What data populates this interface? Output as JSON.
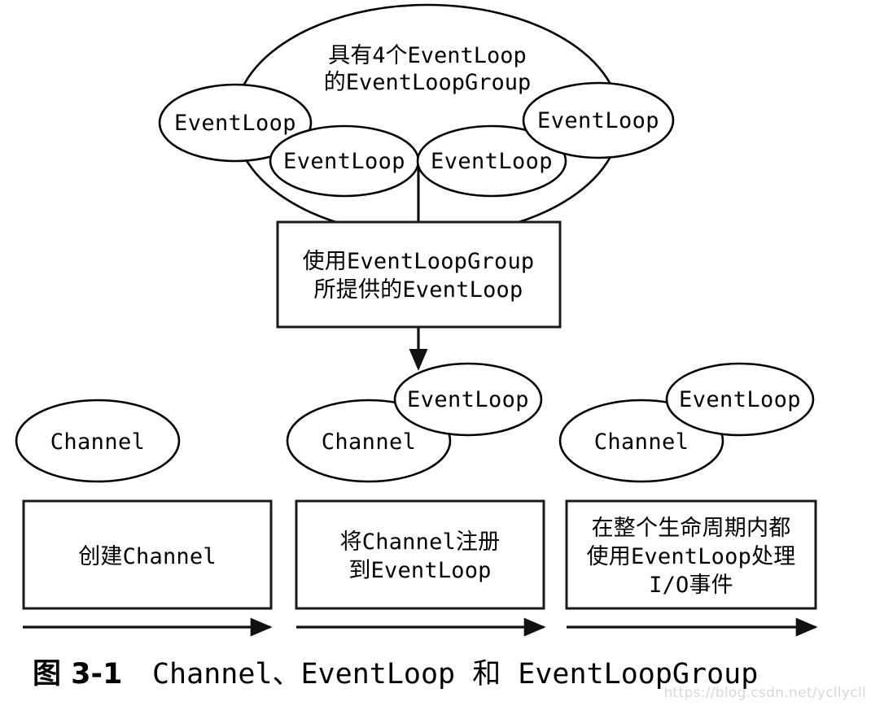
{
  "figure": {
    "caption_prefix": "图 3-1",
    "caption_body": "Channel、EventLoop 和 EventLoopGroup",
    "watermark": "https://blog.csdn.net/ycllycll",
    "colors": {
      "stroke": "#000000",
      "background": "#ffffff",
      "box_stroke": "#1a1a1a",
      "watermark": "#d8d8d8"
    }
  },
  "group_cluster": {
    "group_label_line1": "具有4个EventLoop",
    "group_label_line2": "的EventLoopGroup",
    "event_loops": [
      {
        "label": "EventLoop"
      },
      {
        "label": "EventLoop"
      },
      {
        "label": "EventLoop"
      },
      {
        "label": "EventLoop"
      }
    ]
  },
  "middle_box": {
    "line1": "使用EventLoopGroup",
    "line2": "所提供的EventLoop"
  },
  "columns": [
    {
      "id": "create-channel",
      "channel_label": "Channel",
      "eventloop_label": null,
      "box_lines": [
        "创建Channel"
      ]
    },
    {
      "id": "register-channel",
      "channel_label": "Channel",
      "eventloop_label": "EventLoop",
      "box_lines": [
        "将Channel注册",
        "到EventLoop"
      ]
    },
    {
      "id": "handle-io",
      "channel_label": "Channel",
      "eventloop_label": "EventLoop",
      "box_lines": [
        "在整个生命周期内都",
        "使用EventLoop处理",
        "I/O事件"
      ]
    }
  ]
}
